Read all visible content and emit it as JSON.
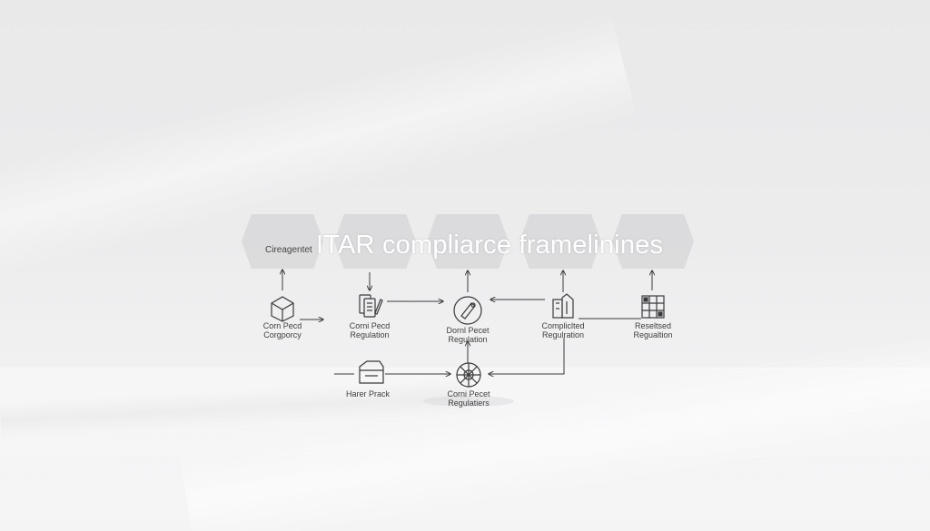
{
  "title": "ITAR  compliarce framelinines",
  "top_label": "Cireagentet",
  "nodes": [
    {
      "id": "n1",
      "line1": "Corn Pecd",
      "line2": "Corgporcy",
      "icon": "box-icon"
    },
    {
      "id": "n2",
      "line1": "Corni Pecd",
      "line2": "Regulation",
      "icon": "document-stack-icon"
    },
    {
      "id": "n3",
      "line1": "Dornl Pecet",
      "line2": "Regulation",
      "icon": "seal-icon"
    },
    {
      "id": "n4",
      "line1": "Compliclted",
      "line2": "Regulration",
      "icon": "building-icon"
    },
    {
      "id": "n5",
      "line1": "Reseltsed",
      "line2": "Regualtion",
      "icon": "grid-panel-icon"
    },
    {
      "id": "n6",
      "line1": "Harer Prack",
      "line2": "",
      "icon": "folder-icon"
    },
    {
      "id": "n7",
      "line1": "Corni Pecet",
      "line2": "Regulatiers",
      "icon": "wheel-icon"
    }
  ],
  "colors": {
    "line": "#3a3a3c",
    "hex": "#cdcdd0",
    "title": "#ffffff"
  }
}
